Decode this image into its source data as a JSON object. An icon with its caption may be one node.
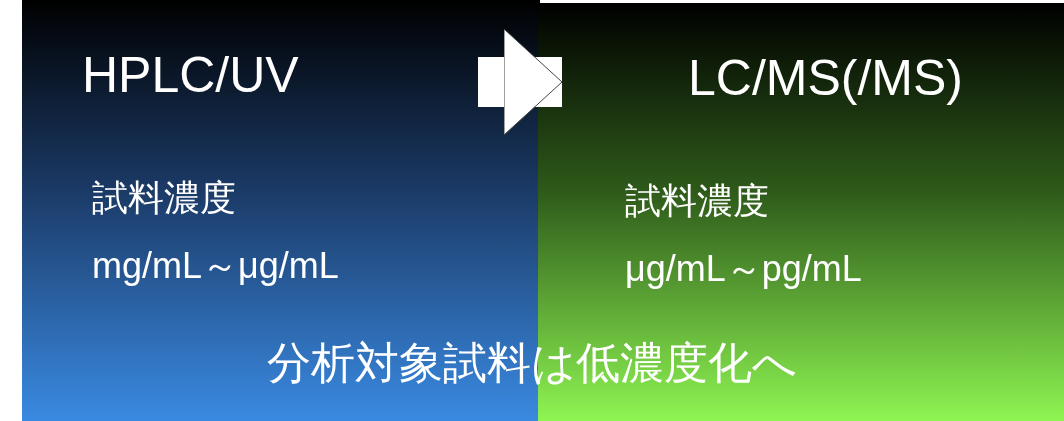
{
  "diagram": {
    "nodes": [
      {
        "text": [
          "HPLC/UV",
          "試料濃度",
          "mg/mL～μg/mL"
        ]
      },
      {
        "text": [
          "LC/MS(/MS)",
          "試料濃度",
          "μg/mL～pg/mL"
        ]
      }
    ],
    "edges": [
      {
        "from": 0,
        "to": 1,
        "arrow": "to"
      }
    ],
    "labels": [
      "分析対象試料は低濃度化へ"
    ]
  }
}
